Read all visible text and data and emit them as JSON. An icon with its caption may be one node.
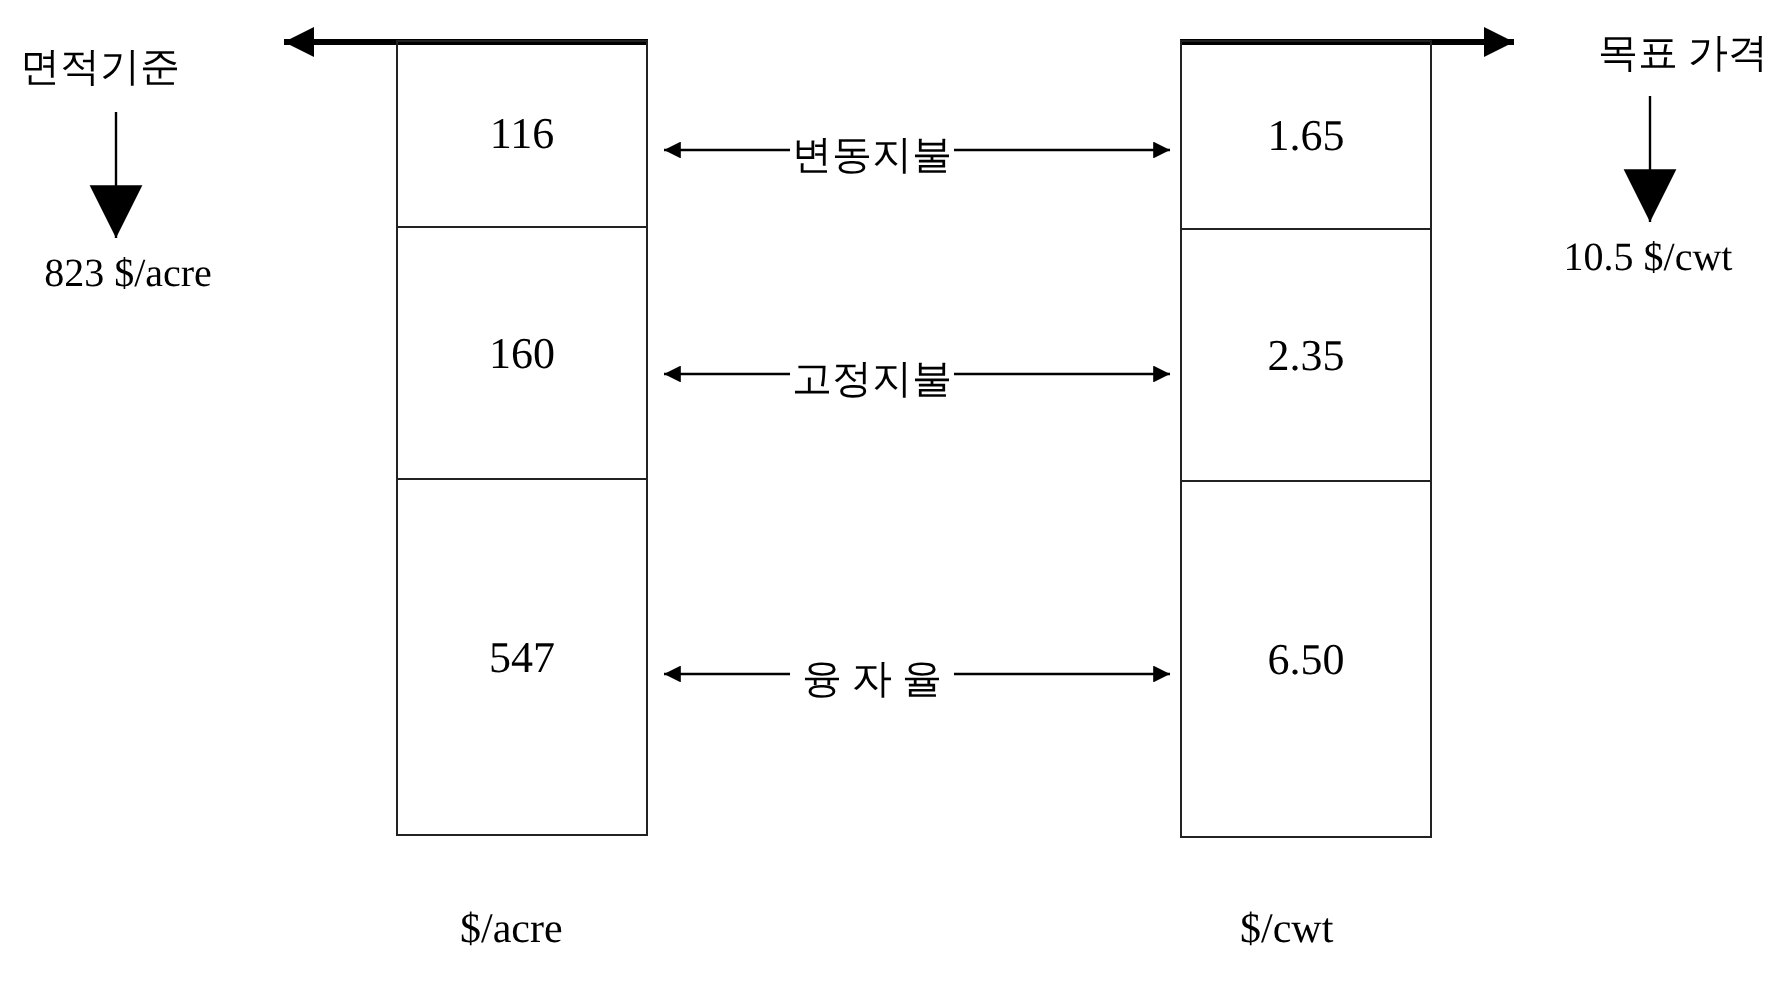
{
  "diagram": {
    "nodes": [
      {
        "text": [
          "면적기준"
        ]
      },
      {
        "text": [
          "823 $/acre"
        ]
      },
      {
        "text": [
          "116"
        ]
      },
      {
        "text": [
          "변동지불"
        ]
      },
      {
        "text": [
          "1.65"
        ]
      },
      {
        "text": [
          "목표 가격"
        ]
      },
      {
        "text": [
          "10.5 $/cwt"
        ]
      },
      {
        "text": [
          "160"
        ]
      },
      {
        "text": [
          "고정지불"
        ]
      },
      {
        "text": [
          "2.35"
        ]
      },
      {
        "text": [
          "547"
        ]
      },
      {
        "text": [
          "융 자 율"
        ]
      },
      {
        "text": [
          "6.50"
        ]
      }
    ],
    "edges": [
      {
        "from": 2,
        "to": 0,
        "arrow": "to",
        "style": "thick"
      },
      {
        "from": 0,
        "to": 1,
        "arrow": "to"
      },
      {
        "from": 4,
        "to": 5,
        "arrow": "to",
        "style": "thick"
      },
      {
        "from": 5,
        "to": 6,
        "arrow": "to"
      },
      {
        "from": 3,
        "to": 2,
        "arrow": "to"
      },
      {
        "from": 3,
        "to": 4,
        "arrow": "to"
      },
      {
        "from": 8,
        "to": 7,
        "arrow": "to"
      },
      {
        "from": 8,
        "to": 9,
        "arrow": "to"
      },
      {
        "from": 11,
        "to": 10,
        "arrow": "to"
      },
      {
        "from": 11,
        "to": 12,
        "arrow": "to"
      }
    ],
    "labels": [
      "$/acre",
      "$/cwt"
    ]
  }
}
